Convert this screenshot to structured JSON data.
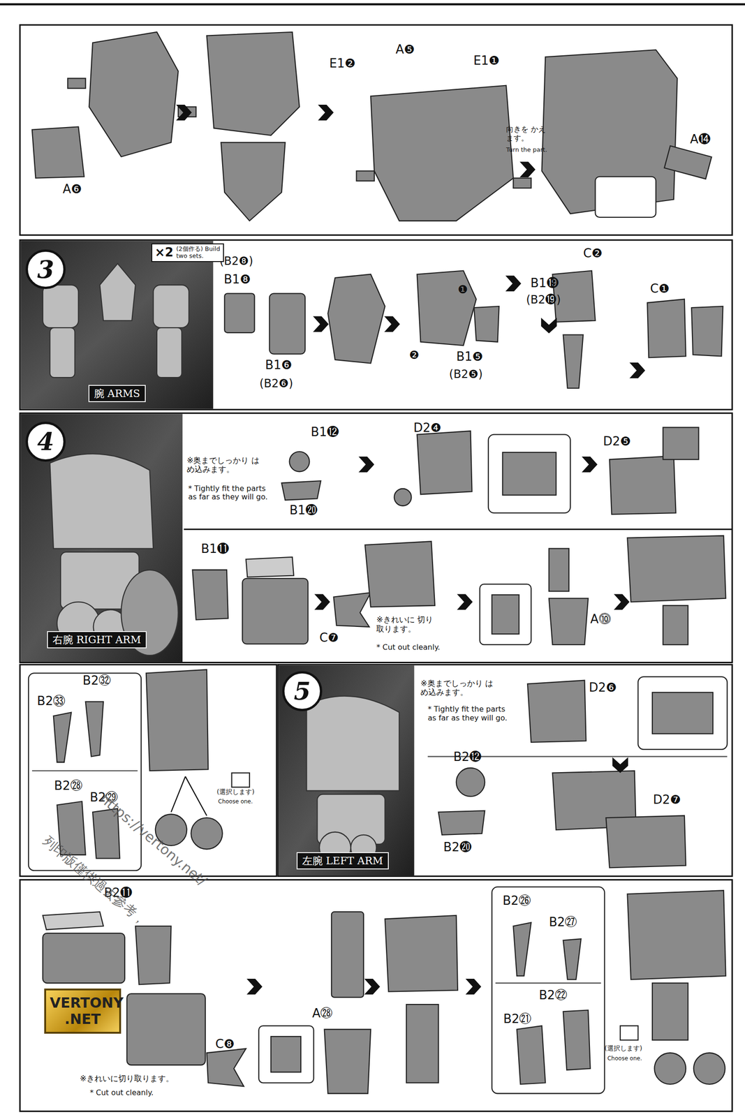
{
  "diagram": {
    "nodes": [
      {
        "text": [
          "3"
        ]
      },
      {
        "text": [
          "×2",
          "(2個作る) Build two sets."
        ]
      },
      {
        "text": [
          "腕 ARMS"
        ]
      },
      {
        "text": [
          "4"
        ]
      },
      {
        "text": [
          "右腕 RIGHT ARM"
        ]
      },
      {
        "text": [
          "5"
        ]
      },
      {
        "text": [
          "左腕 LEFT ARM"
        ]
      },
      {
        "text": [
          "VERTONY .NET"
        ]
      }
    ],
    "labels": [
      "A❻",
      "E1❷",
      "A❺",
      "E1❶",
      "向きを かえます。",
      "Turn the part.",
      "A⓮",
      "(B2❽)",
      "B1❽",
      "B1❻",
      "(B2❻)",
      "❶",
      "❷",
      "B1❺",
      "(B2❺)",
      "C❷",
      "B1⓳",
      "(B2⓳)",
      "C❶",
      "※奥までしっかり はめ込みます。",
      "* Tightly fit the parts as far as they will go.",
      "B1⓬",
      "B1⓴",
      "D2❹",
      "D2❺",
      "B1⓫",
      "C❼",
      "※きれいに 切り取ります。",
      "* Cut out cleanly.",
      "A⓾",
      "B2㉜",
      "B2㉝",
      "B2㉘",
      "B2㉙",
      "(選択します)",
      "Choose one.",
      "※奥までしっかり はめ込みます。",
      "* Tightly fit the parts as far as they will go.",
      "D2❻",
      "B2⓬",
      "B2⓴",
      "D2❼",
      "B2⓫",
      "C❽",
      "※きれいに切り取ります。",
      "* Cut out cleanly.",
      "A㉘",
      "B2㉖",
      "B2㉗",
      "B2㉒",
      "B2㉑",
      "(選択します)",
      "Choose one.",
      "https://vertony.net/",
      "列印版僅供過去參考，"
    ]
  }
}
